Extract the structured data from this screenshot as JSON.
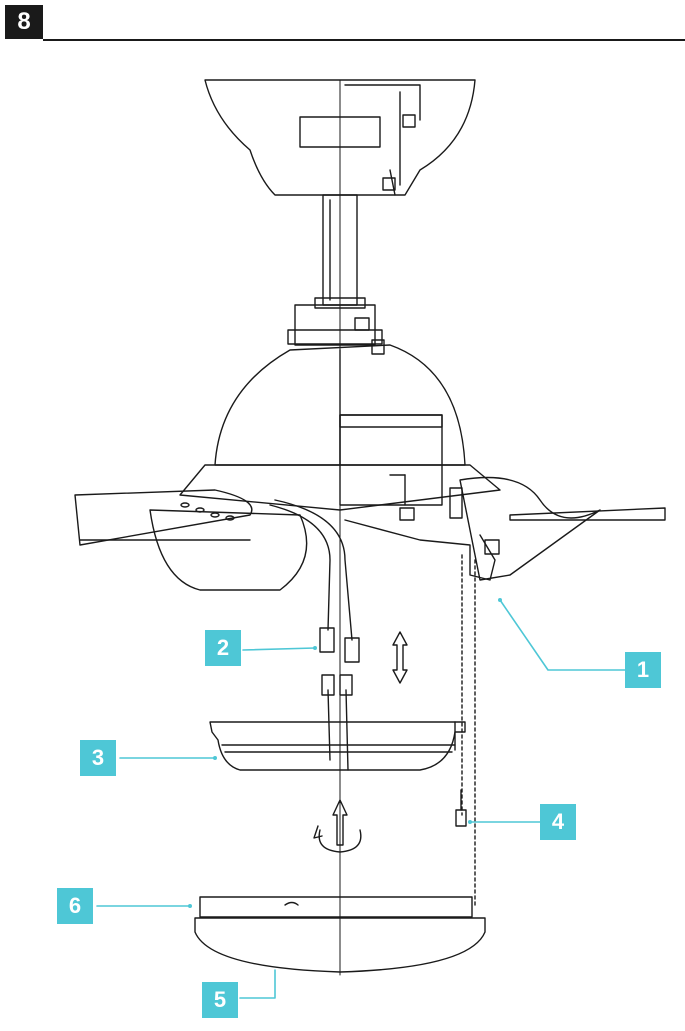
{
  "step": {
    "number": "8"
  },
  "callouts": {
    "c1": "1",
    "c2": "2",
    "c3": "3",
    "c4": "4",
    "c5": "5",
    "c6": "6"
  },
  "colors": {
    "callout": "#4ec7d6",
    "ink": "#1a1a1a"
  }
}
